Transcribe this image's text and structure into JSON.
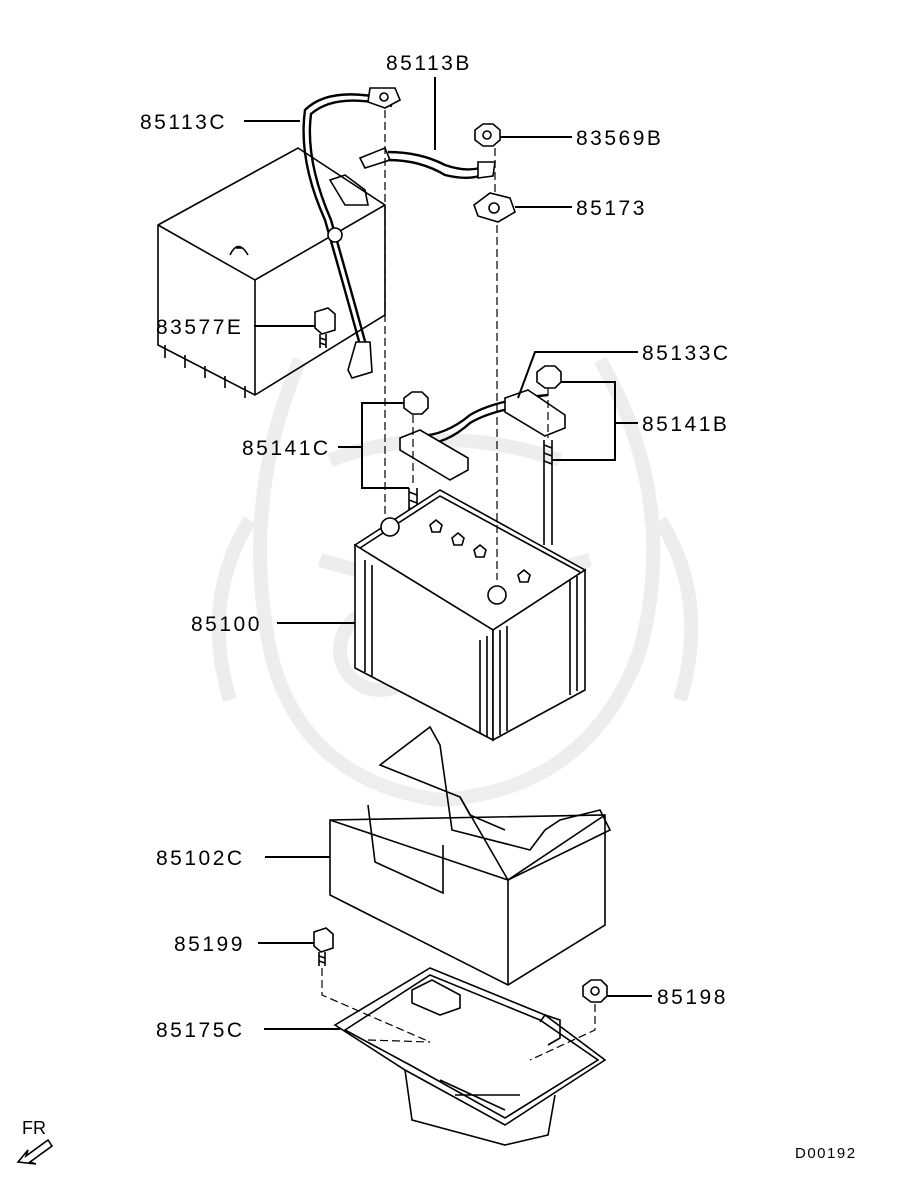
{
  "diagram": {
    "watermark": "ghost logo",
    "labels": {
      "p85113B": "85113B",
      "p85113C": "85113C",
      "p83569B": "83569B",
      "p85173": "85173",
      "p83577E": "83577E",
      "p85133C": "85133C",
      "p85141C": "85141C",
      "p85141B": "85141B",
      "p85100": "85100",
      "p85102C": "85102C",
      "p85199": "85199",
      "p85198": "85198",
      "p85175C": "85175C"
    },
    "fr_label": "FR",
    "drawing_code": "D00192"
  }
}
